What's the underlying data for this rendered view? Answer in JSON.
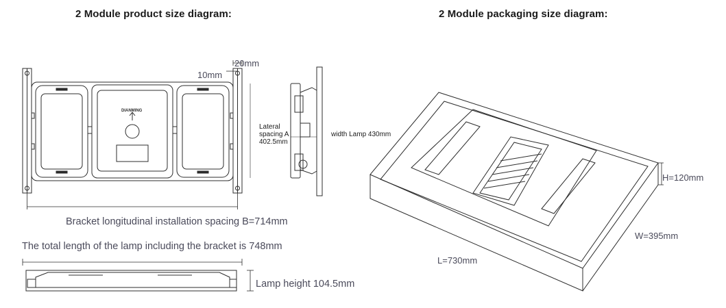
{
  "titles": {
    "product": "2 Module product size diagram:",
    "packaging": "2 Module packaging size diagram:"
  },
  "product_diagram": {
    "dim_20mm": "20mm",
    "dim_10mm": "10mm",
    "brand": "DIANMING",
    "lateral_spacing": [
      "Lateral",
      "spacing A",
      "402.5mm"
    ],
    "width_lamp": "width Lamp 430mm",
    "bracket_spacing": "Bracket longitudinal installation spacing B=714mm",
    "total_length": "The total length of the lamp including the bracket is 748mm",
    "lamp_height": "Lamp height 104.5mm"
  },
  "packaging_diagram": {
    "height": "H=120mm",
    "width": "W=395mm",
    "length": "L=730mm"
  },
  "colors": {
    "line": "#2c2c2c",
    "dimension_text": "#4a4a5a",
    "title_text": "#1a1a1a"
  }
}
